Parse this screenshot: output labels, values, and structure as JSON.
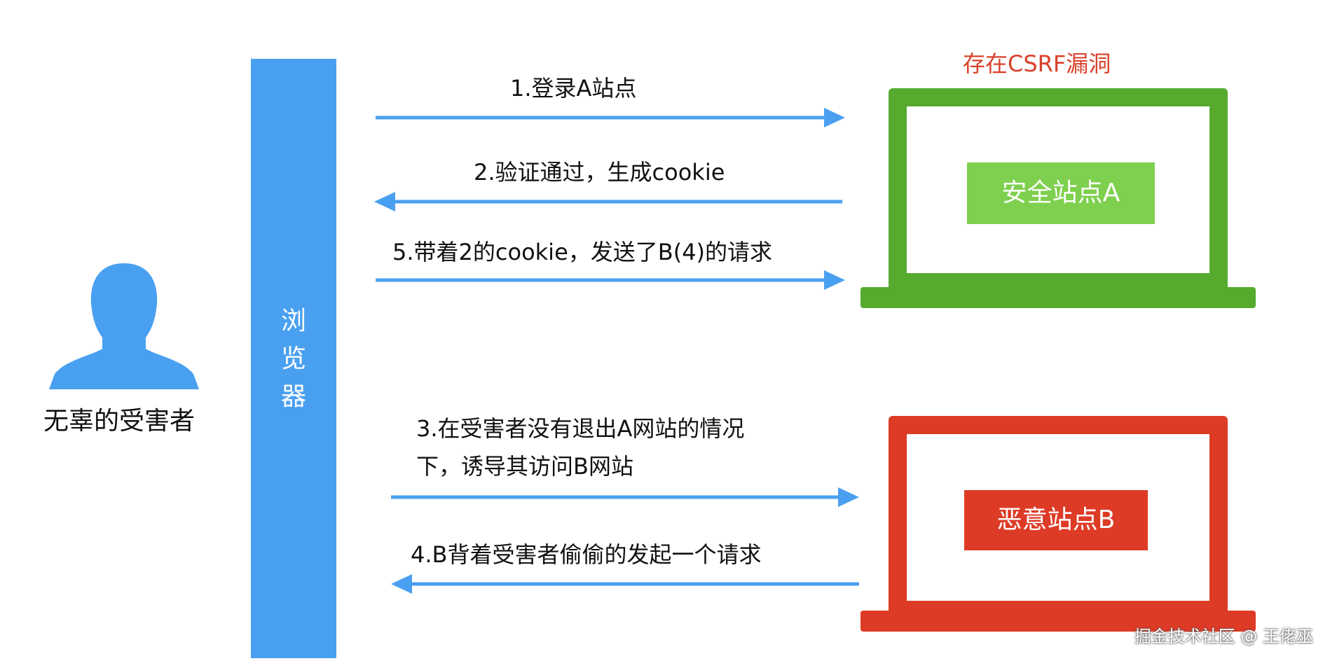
{
  "victim": {
    "label": "无辜的受害者",
    "icon": "person-icon",
    "color": "#4aa0f0"
  },
  "browser": {
    "chars": [
      "浏",
      "览",
      "器"
    ],
    "color": "#4aa0f0"
  },
  "site_a": {
    "label": "安全站点A",
    "note": "存在CSRF漏洞",
    "frame_color": "#56ab2f",
    "box_color": "#7ed04e"
  },
  "site_b": {
    "label": "恶意站点B",
    "frame_color": "#dd3b26",
    "box_color": "#dd3b26"
  },
  "flows": [
    {
      "label": "1.登录A站点"
    },
    {
      "label": "2.验证通过，生成cookie"
    },
    {
      "label": "5.带着2的cookie，发送了B(4)的请求"
    },
    {
      "label_line1": "3.在受害者没有退出A网站的情况",
      "label_line2": "下，诱导其访问B网站"
    },
    {
      "label": "4.B背着受害者偷偷的发起一个请求"
    }
  ],
  "arrow_color": "#4aa0f0",
  "note_color": "#d9412a",
  "watermark": "掘金技术社区 @ 王佬巫"
}
